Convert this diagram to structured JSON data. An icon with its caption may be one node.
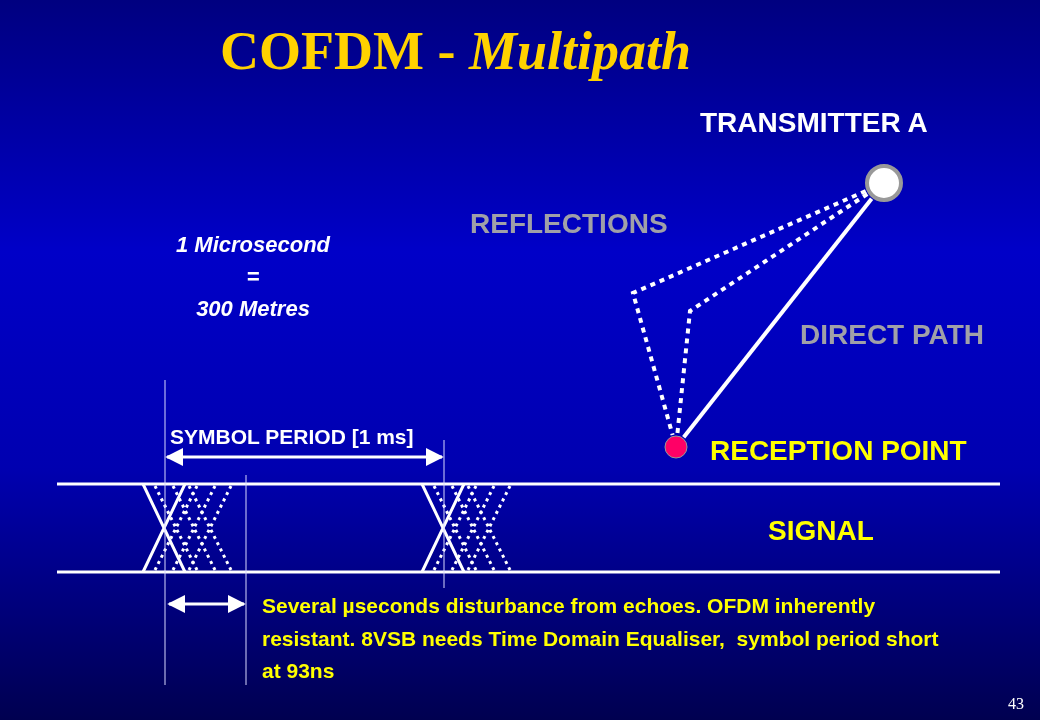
{
  "diagram": {
    "title": "COFDM - *Multipath*",
    "nodes": [
      {
        "text": [
          "TRANSMITTER A"
        ]
      },
      {
        "text": [
          "RECEPTION POINT"
        ]
      }
    ],
    "edges": [
      {
        "from": 0,
        "to": 1,
        "arrow": "none",
        "style": "dashed"
      },
      {
        "from": 0,
        "to": 1,
        "arrow": "none",
        "style": "dashed"
      },
      {
        "from": 0,
        "to": 1,
        "arrow": "none"
      }
    ],
    "labels": [
      "REFLECTIONS",
      "1 Microsecond",
      "=",
      "300 Metres",
      "DIRECT PATH",
      "SYMBOL PERIOD [1 ms]",
      "SIGNAL",
      "Several µseconds disturbance from echoes. OFDM inherently resistant. 8VSB needs Time Domain Equaliser,  symbol period short at 93ns",
      "43"
    ]
  }
}
